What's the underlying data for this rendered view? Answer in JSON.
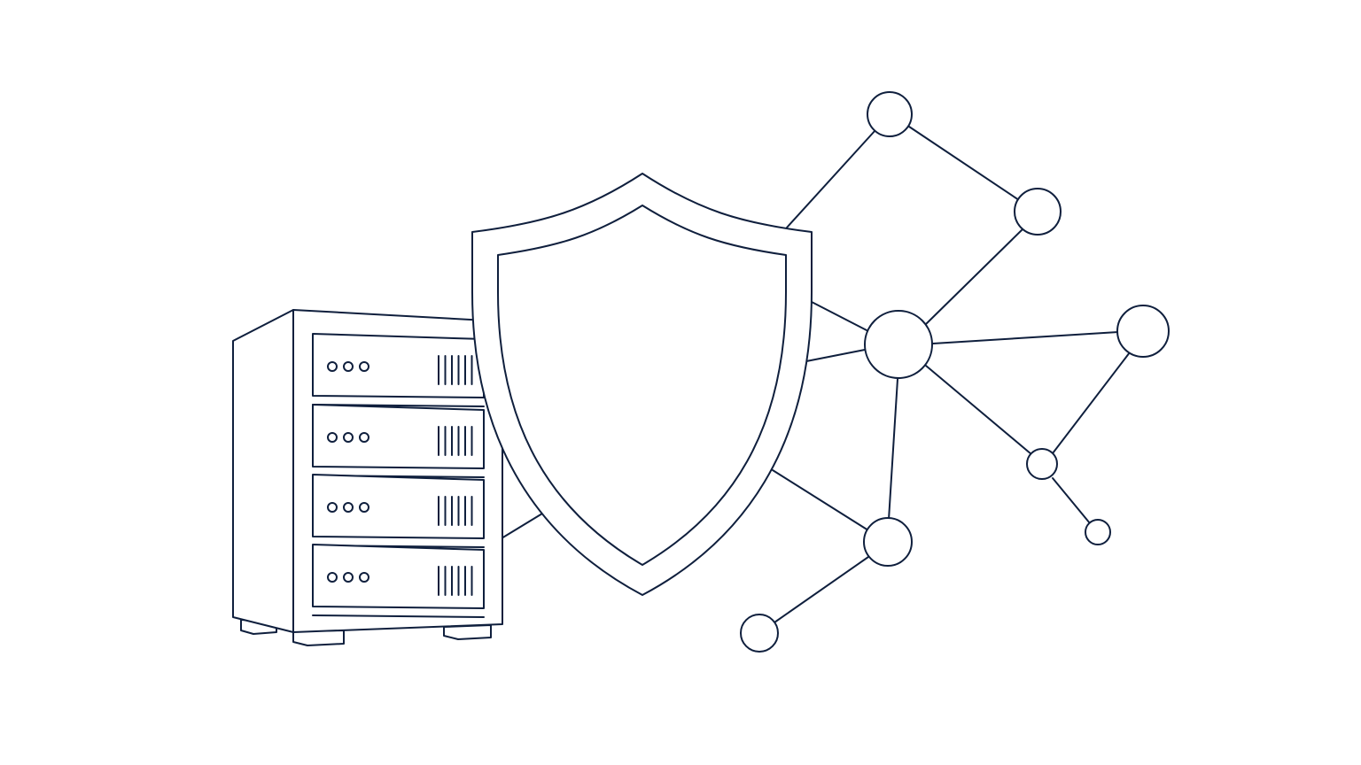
{
  "colors": {
    "stroke": "#0f1f3d",
    "background": "#ffffff"
  },
  "illustration": {
    "subject": "security-network",
    "icons": [
      "server-rack-icon",
      "shield-icon",
      "network-graph-icon"
    ],
    "server_rack": {
      "drawer_count": 4,
      "leds_per_drawer": 3,
      "vents_per_drawer": 6
    },
    "network": {
      "node_count": 9,
      "link_count": 11
    }
  }
}
